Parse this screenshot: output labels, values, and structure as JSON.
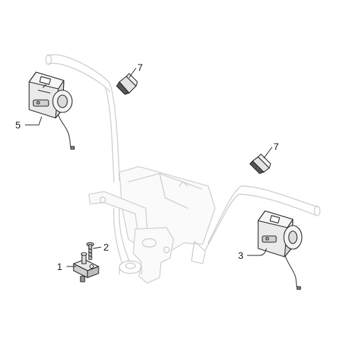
{
  "callouts": [
    {
      "id": "callout-1",
      "label": "1"
    },
    {
      "id": "callout-2",
      "label": "2"
    },
    {
      "id": "callout-3",
      "label": "3"
    },
    {
      "id": "callout-5",
      "label": "5"
    },
    {
      "id": "callout-7a",
      "label": "7"
    },
    {
      "id": "callout-7b",
      "label": "7"
    }
  ],
  "colors": {
    "frame": "#cfcfcf",
    "part_fill": "#e6e6e6",
    "part_stroke": "#222222",
    "text": "#1a1a1a"
  }
}
